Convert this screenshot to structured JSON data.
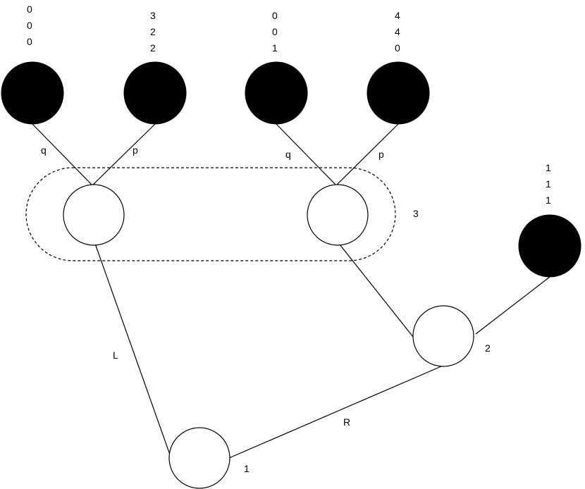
{
  "payoffs": {
    "leaf1": [
      "0",
      "0",
      "0"
    ],
    "leaf2": [
      "3",
      "2",
      "2"
    ],
    "leaf3": [
      "0",
      "0",
      "1"
    ],
    "leaf4": [
      "4",
      "4",
      "0"
    ],
    "leaf5": [
      "1",
      "1",
      "1"
    ]
  },
  "actions": {
    "left_node_q": "q",
    "left_node_p": "p",
    "right_node_q": "q",
    "right_node_p": "p",
    "root_L": "L",
    "root_R": "R"
  },
  "players": {
    "root": "1",
    "node2": "2",
    "info_set": "3"
  },
  "colors": {
    "terminal_fill": "#000000",
    "decision_fill": "#ffffff",
    "stroke": "#000000"
  }
}
